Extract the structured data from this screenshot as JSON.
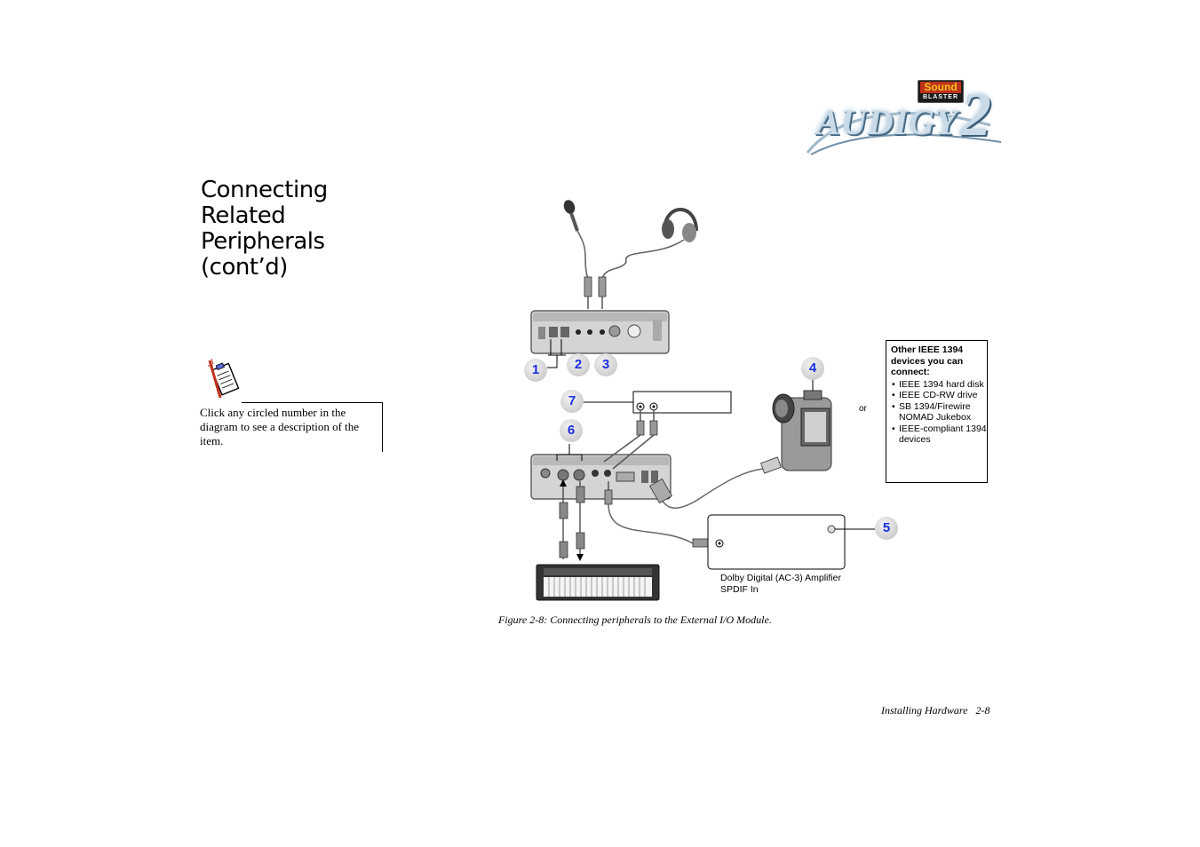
{
  "logo": {
    "badge_top": "Sound",
    "badge_bottom": "BLASTER",
    "word": "AUDIGY",
    "number": "2"
  },
  "title": "Connecting Related Peripherals (cont’d)",
  "tip": {
    "text": "Click any circled number in the diagram to see a description of the item."
  },
  "callouts": [
    "1",
    "2",
    "3",
    "4",
    "5",
    "6",
    "7"
  ],
  "ieee_box": {
    "title": "Other IEEE 1394 devices you can connect:",
    "items": [
      "IEEE 1394 hard disk",
      "IEEE CD-RW drive",
      "SB 1394/Firewire NOMAD Jukebox",
      "IEEE-compliant 1394 devices"
    ]
  },
  "or_label": "or",
  "amplifier_label": "Dolby Digital (AC-3) Amplifier SPDIF In",
  "caption": "Figure 2-8: Connecting peripherals to the External I/O Module.",
  "footer": "Installing Hardware   2-8"
}
